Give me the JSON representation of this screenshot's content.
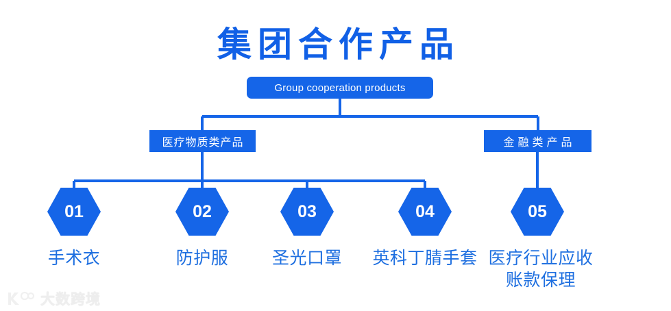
{
  "title": {
    "text": "集团合作产品",
    "color": "#1160E6"
  },
  "colors": {
    "primary_blue": "#1565E8",
    "title_blue": "#1160E6",
    "label_blue": "#1E6FE0",
    "line_blue": "#1565E8",
    "background": "#ffffff",
    "watermark_gray": "#EDEDED"
  },
  "root": {
    "label": "Group cooperation products"
  },
  "branches": [
    {
      "id": "medical",
      "label": "医疗物质类产品"
    },
    {
      "id": "finance",
      "label": "金融类产品"
    }
  ],
  "leaves": [
    {
      "number": "01",
      "label": "手术衣"
    },
    {
      "number": "02",
      "label": "防护服"
    },
    {
      "number": "03",
      "label": "圣光口罩"
    },
    {
      "number": "04",
      "label": "英科丁腈手套"
    },
    {
      "number": "05",
      "label": "医疗行业应收账款保理"
    }
  ],
  "watermark": {
    "text": "大数跨境"
  }
}
